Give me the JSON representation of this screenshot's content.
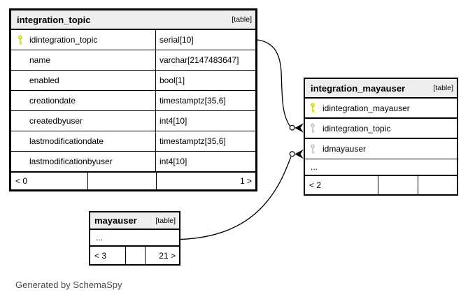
{
  "page": {
    "footer_note": "Generated by SchemaSpy",
    "background": "#ffffff"
  },
  "colors": {
    "table_header_bg": "#eeeeee",
    "table_border": "#000000",
    "primary_key": "#d6d600",
    "foreign_key": "#c3c3c3",
    "connector": "#000000",
    "note_text": "#4c4c4c"
  },
  "icons": {
    "primary_key": "key-icon-yellow",
    "foreign_key": "key-icon-gray"
  },
  "tables": {
    "integration_topic": {
      "name": "integration_topic",
      "tag": "[table]",
      "columns": [
        {
          "name": "idintegration_topic",
          "type": "serial[10]",
          "key": "primary"
        },
        {
          "name": "name",
          "type": "varchar[2147483647]",
          "key": ""
        },
        {
          "name": "enabled",
          "type": "bool[1]",
          "key": ""
        },
        {
          "name": "creationdate",
          "type": "timestamptz[35,6]",
          "key": ""
        },
        {
          "name": "createdbyuser",
          "type": "int4[10]",
          "key": ""
        },
        {
          "name": "lastmodificationdate",
          "type": "timestamptz[35,6]",
          "key": ""
        },
        {
          "name": "lastmodificationbyuser",
          "type": "int4[10]",
          "key": ""
        }
      ],
      "footer": {
        "left": "< 0",
        "middle": "",
        "right": "1 >"
      }
    },
    "integration_mayauser": {
      "name": "integration_mayauser",
      "tag": "[table]",
      "columns": [
        {
          "name": "idintegration_mayauser",
          "key": "primary"
        },
        {
          "name": "idintegration_topic",
          "key": "foreign"
        },
        {
          "name": "idmayauser",
          "key": "foreign"
        },
        {
          "name": "...",
          "key": ""
        }
      ],
      "footer": {
        "left": "< 2",
        "middle": "",
        "right": ""
      }
    },
    "mayauser": {
      "name": "mayauser",
      "tag": "[table]",
      "columns": [
        {
          "name": "...",
          "key": ""
        }
      ],
      "footer": {
        "left": "< 3",
        "middle": "",
        "right": "21 >"
      }
    }
  },
  "relationships": [
    {
      "from": "integration_topic.idintegration_topic",
      "to": "integration_mayauser.idintegration_topic"
    },
    {
      "from": "mayauser",
      "to": "integration_mayauser.idmayauser"
    }
  ]
}
